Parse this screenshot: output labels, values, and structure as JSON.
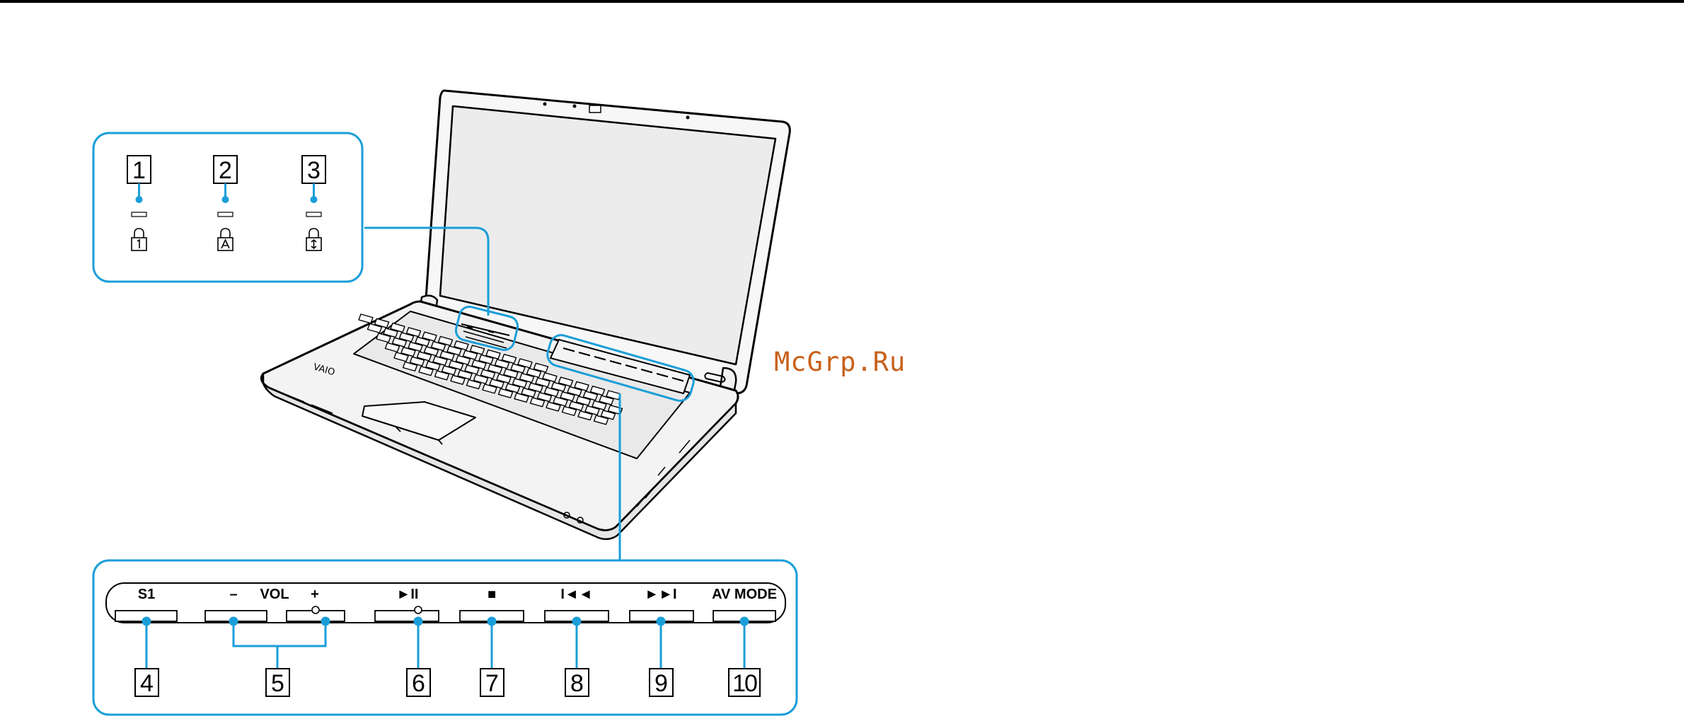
{
  "watermark": "McGrp.Ru",
  "indicators": [
    {
      "number": "1",
      "icon": "num-lock-icon"
    },
    {
      "number": "2",
      "icon": "caps-lock-icon"
    },
    {
      "number": "3",
      "icon": "scroll-lock-icon"
    }
  ],
  "buttons": {
    "s1": "S1",
    "vol_minus": "–",
    "vol": "VOL",
    "vol_plus": "+",
    "play_pause": "►II",
    "stop": "■",
    "previous": "I◄◄",
    "next": "►►I",
    "av_mode": "AV MODE"
  },
  "callouts": [
    "4",
    "5",
    "6",
    "7",
    "8",
    "9",
    "10"
  ],
  "colors": {
    "accent": "#1a9ed9",
    "line": "#000000"
  }
}
